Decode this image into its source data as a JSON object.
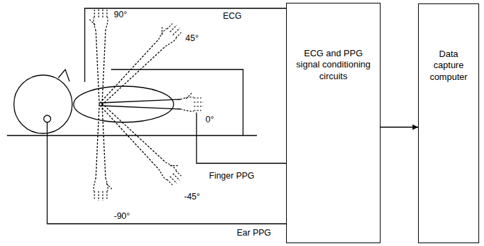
{
  "diagram": {
    "nodes": [
      {
        "text": [
          "ECG and PPG signal conditioning circuits"
        ]
      },
      {
        "text": [
          "Data capture computer"
        ]
      }
    ],
    "edges": [
      {
        "from": 0,
        "to": 1,
        "arrow": "to"
      }
    ],
    "labels": [
      "ECG",
      "90°",
      "45°",
      "0°",
      "-45°",
      "-90°",
      "Finger PPG",
      "Ear PPG"
    ]
  }
}
